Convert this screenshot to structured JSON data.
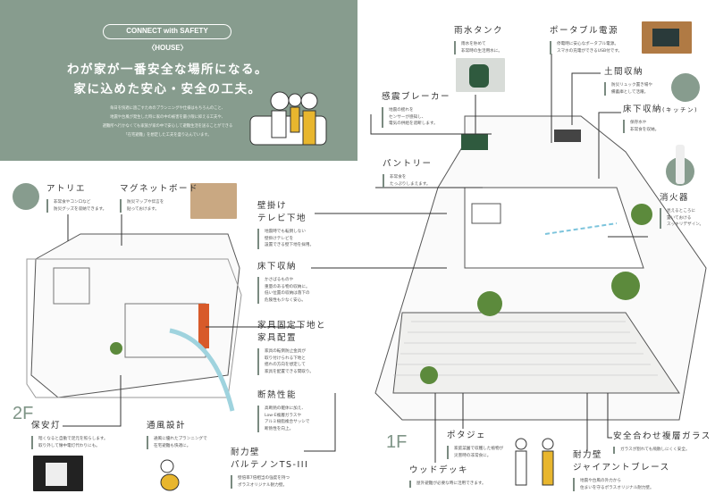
{
  "hero": {
    "badge": "CONNECT with SAFETY",
    "sub": "〈HOUSE〉",
    "headline1": "わが家が一番安全な場所になる。",
    "headline2": "家に込めた安心・安全の工夫。",
    "lead": [
      "毎日を快適に過ごすためのプランニングや仕様はもちろんのこと、",
      "地震や台風が発生した時に家の中の被害を最小限に抑える工夫や、",
      "避難所へ行かなくても家族が家の中で安心して避難生活を送ることができる",
      "「在宅避難」を想定した工夫を盛り込んでいます。"
    ]
  },
  "floors": {
    "second": "2F",
    "first": "1F"
  },
  "callouts": {
    "atelier": {
      "title": "アトリエ",
      "desc": [
        "非常食やコンロなど",
        "防災グッズを収納できます。"
      ]
    },
    "magnet": {
      "title": "マグネットボード",
      "desc": [
        "防災マップや伝言を",
        "貼っておけます。"
      ]
    },
    "tv": {
      "title": [
        "壁掛け",
        "テレビ下地"
      ],
      "desc": [
        "地震時でも転倒しない",
        "壁掛けテレビを",
        "設置できる壁下地を採用。"
      ]
    },
    "underfloor": {
      "title": "床下収納",
      "desc": [
        "かさばるものや",
        "重量のある物の収納に。",
        "低い位置の収納は落下の",
        "危険性も少なく安心。"
      ]
    },
    "furniture": {
      "title": [
        "家具固定下地と",
        "家具配置"
      ],
      "desc": [
        "家具の転倒防止金具が",
        "取り付けられる下地と",
        "揺れの方向を想定して",
        "家具を配置できる間取り。"
      ]
    },
    "insulation": {
      "title": "断熱性能",
      "desc": [
        "高断熱の躯体に加え、",
        "Low-E複層ガラスや",
        "アルミ樹脂複合サッシで",
        "断熱性を向上。"
      ]
    },
    "wall2": {
      "title": [
        "耐力壁",
        "パルテノンTS-III"
      ],
      "desc": [
        "壁倍率7倍相当の強度を持つ",
        "ポラスオリジナル耐力壁。"
      ]
    },
    "light": {
      "title": "保安灯",
      "desc": [
        "暗くなると自動で足元を照らします。",
        "取り外して懐中電灯代わりにも。"
      ]
    },
    "vent": {
      "title": "通風設計",
      "desc": [
        "通風に優れたプランニングで",
        "在宅避難も快適に。"
      ]
    },
    "rain": {
      "title": "雨水タンク",
      "desc": [
        "雨水を貯めて",
        "非常時の生活用水に。"
      ]
    },
    "power": {
      "title": "ポータブル電源",
      "desc": [
        "停電時に安心なポータブル電源。",
        "スマホの充電ができるUSB付です。"
      ]
    },
    "doma": {
      "title": "土間収納",
      "desc": [
        "防災リュック置き場や",
        "備蓄庫として活躍。"
      ]
    },
    "breaker": {
      "title": "感震ブレーカー",
      "desc": [
        "地震の揺れを",
        "センサーが感知し、",
        "電気の供給を遮断します。"
      ]
    },
    "kitchen": {
      "title": "床下収納",
      "title_sub": "(キッチン)",
      "desc": [
        "保存水や",
        "非常食を収納。"
      ]
    },
    "pantry": {
      "title": "パントリー",
      "desc": [
        "非常食を",
        "たっぷりしまえます。"
      ]
    },
    "extinguisher": {
      "title": "消火器",
      "desc": [
        "見えるところに",
        "置いておける",
        "スッキリデザイン。"
      ]
    },
    "potager": {
      "title": "ポタジェ",
      "desc": [
        "家庭菜園で収穫した植物が",
        "災害時の非常食に。"
      ]
    },
    "deck": {
      "title": "ウッドデッキ",
      "desc": [
        "屋外避難が必要な時に活用できます。"
      ]
    },
    "glass": {
      "title": "安全合わせ複層ガラス",
      "desc": [
        "ガラスが割れても飛散しにくく安全。"
      ]
    },
    "wall1": {
      "title": [
        "耐力壁",
        "ジャイアントブレース"
      ],
      "desc": [
        "地震や台風の外力から",
        "住まいを守るポラスオリジナル耐力壁。"
      ]
    }
  },
  "colors": {
    "hero": "#879c8e",
    "accent": "#7a8a80",
    "yellow": "#e8b62e",
    "orange": "#d85a2a"
  }
}
